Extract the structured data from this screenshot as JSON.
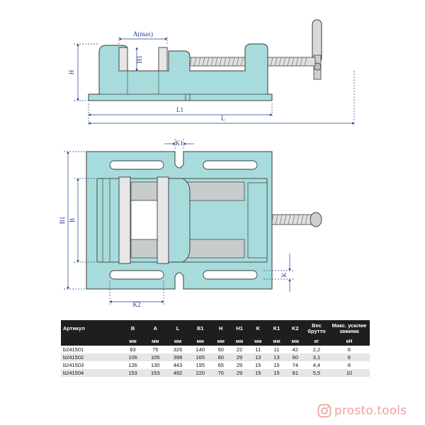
{
  "drawing": {
    "side_view": {
      "labels": {
        "a_max": "A(max)",
        "h1": "H1",
        "h": "H",
        "l1": "L1",
        "l": "L"
      }
    },
    "top_view": {
      "labels": {
        "k1": "K1",
        "b1": "B1",
        "b": "B",
        "k": "K",
        "k2": "K2"
      }
    },
    "colors": {
      "body": "#a8dcdc",
      "outline": "#3a3a3a",
      "dimension": "#1f3c8c",
      "jaw": "#e6e6e6"
    }
  },
  "table": {
    "headers": [
      "Артикул",
      "B",
      "A",
      "L",
      "B1",
      "H",
      "H1",
      "K",
      "K1",
      "K2",
      "Вес брутто",
      "Макс. усилие зажима"
    ],
    "units": [
      "",
      "мм",
      "мм",
      "мм",
      "мм",
      "мм",
      "мм",
      "мм",
      "мм",
      "мм",
      "кг",
      "кН"
    ],
    "rows": [
      [
        "b241501",
        "83",
        "75",
        "326",
        "140",
        "50",
        "22",
        "11",
        "11",
        "42",
        "2,2",
        "6"
      ],
      [
        "b241502",
        "106",
        "105",
        "398",
        "165",
        "60",
        "29",
        "13",
        "13",
        "60",
        "3,1",
        "6"
      ],
      [
        "b241503",
        "126",
        "130",
        "443",
        "195",
        "65",
        "29",
        "15",
        "15",
        "74",
        "4,4",
        "8"
      ],
      [
        "b241504",
        "153",
        "153",
        "492",
        "220",
        "70",
        "29",
        "15",
        "15",
        "81",
        "5,5",
        "10"
      ]
    ]
  },
  "watermark": {
    "text": "prosto.tools",
    "icon": "instagram-icon",
    "color": "#f0a29a"
  }
}
